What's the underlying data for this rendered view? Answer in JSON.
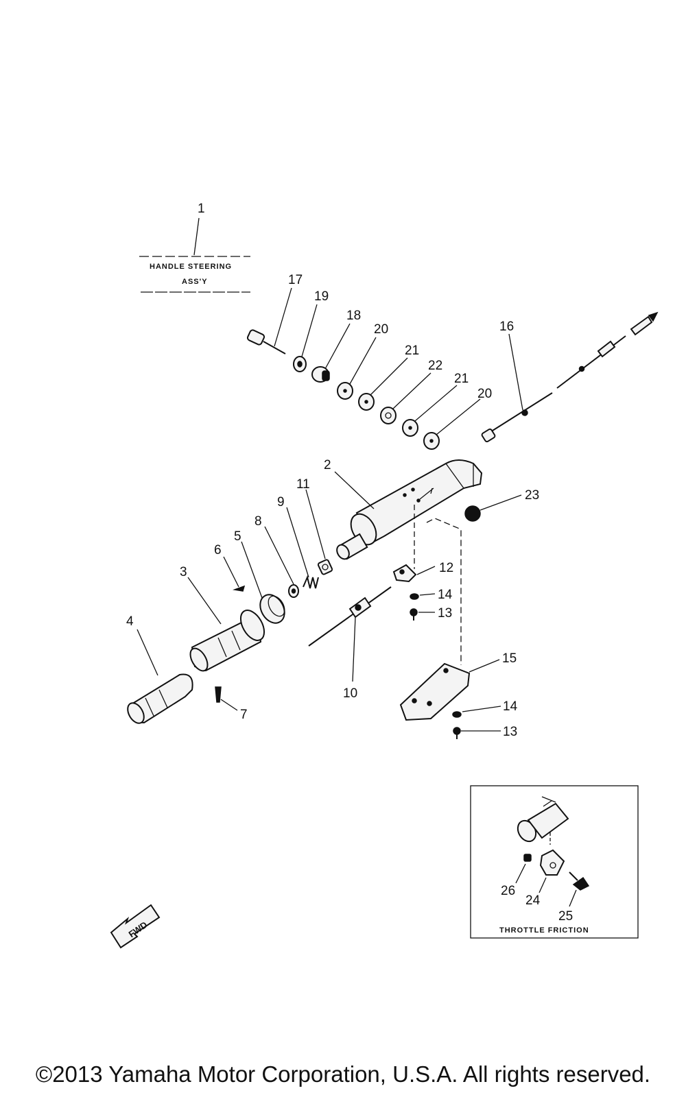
{
  "title_block": {
    "number": "1",
    "line1": "HANDLE STEERING",
    "line2": "ASS'Y"
  },
  "callouts": {
    "c1": "1",
    "c2": "2",
    "c3": "3",
    "c4": "4",
    "c5": "5",
    "c6": "6",
    "c7": "7",
    "c8": "8",
    "c9": "9",
    "c10": "10",
    "c11": "11",
    "c12": "12",
    "c13a": "13",
    "c13b": "13",
    "c14a": "14",
    "c14b": "14",
    "c15": "15",
    "c16": "16",
    "c17": "17",
    "c18": "18",
    "c19": "19",
    "c20a": "20",
    "c20b": "20",
    "c21a": "21",
    "c21b": "21",
    "c22": "22",
    "c23": "23",
    "c24": "24",
    "c25": "25",
    "c26": "26"
  },
  "inset": {
    "caption": "THROTTLE FRICTION"
  },
  "fwd_arrow": {
    "label": "FWD",
    "icon": "forward-direction-arrow-icon"
  },
  "copyright": "©2013 Yamaha Motor Corporation, U.S.A. All rights reserved."
}
